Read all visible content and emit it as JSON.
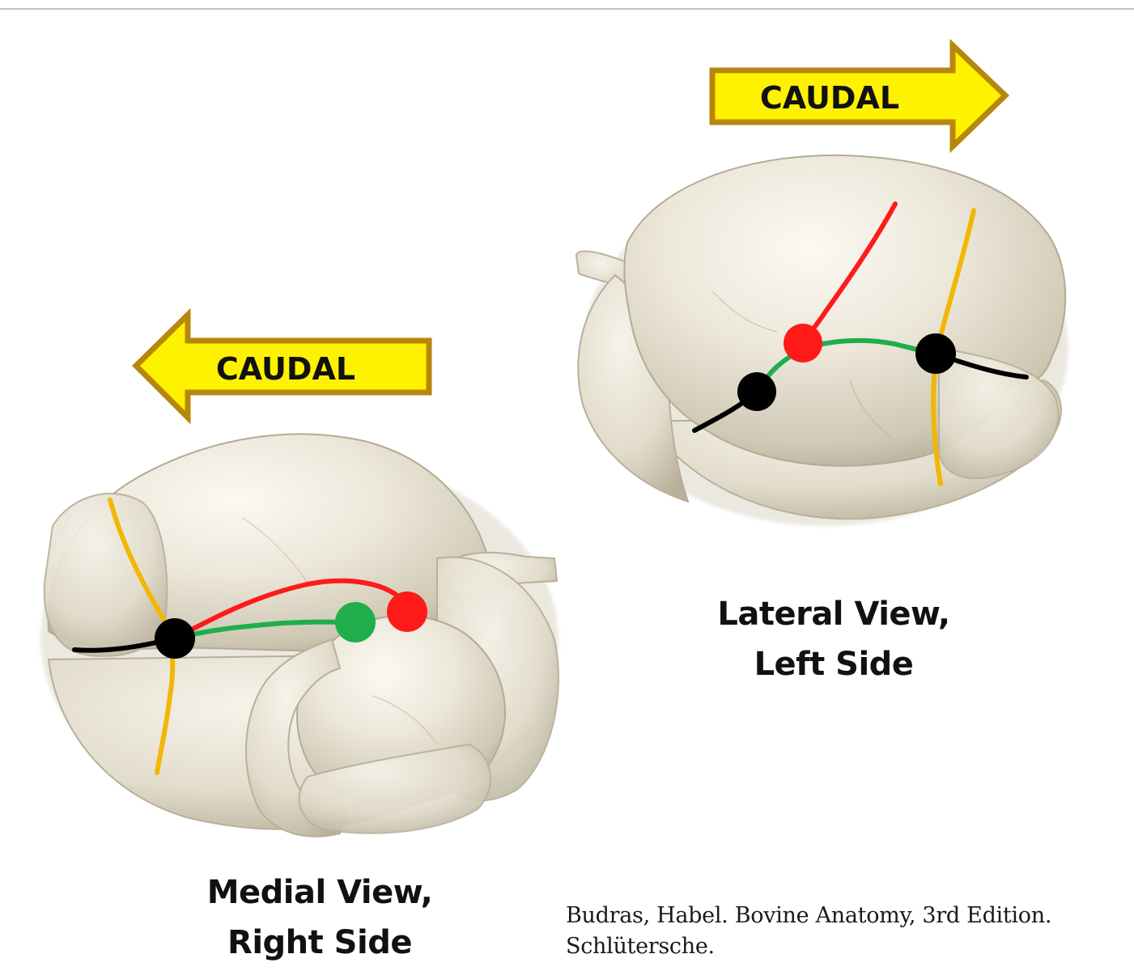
{
  "arrows": {
    "right": {
      "label": "CAUDAL",
      "direction": "right"
    },
    "left": {
      "label": "CAUDAL",
      "direction": "left"
    }
  },
  "views": {
    "lateral": {
      "line1": "Lateral View,",
      "line2": "Left Side"
    },
    "medial": {
      "line1": "Medial View,",
      "line2": "Right Side"
    }
  },
  "citation": {
    "line1": "Budras, Habel. Bovine Anatomy, 3rd Edition.",
    "line2": "Schlütersche."
  },
  "colors": {
    "arrow_fill": "#fff200",
    "arrow_stroke": "#b8860b",
    "organ_base": "#e9e4d6",
    "organ_shadow": "#b9b19c",
    "line_red": "#ff1a1a",
    "line_green": "#1fae4b",
    "line_yellow": "#f2b705",
    "line_black": "#000000"
  }
}
